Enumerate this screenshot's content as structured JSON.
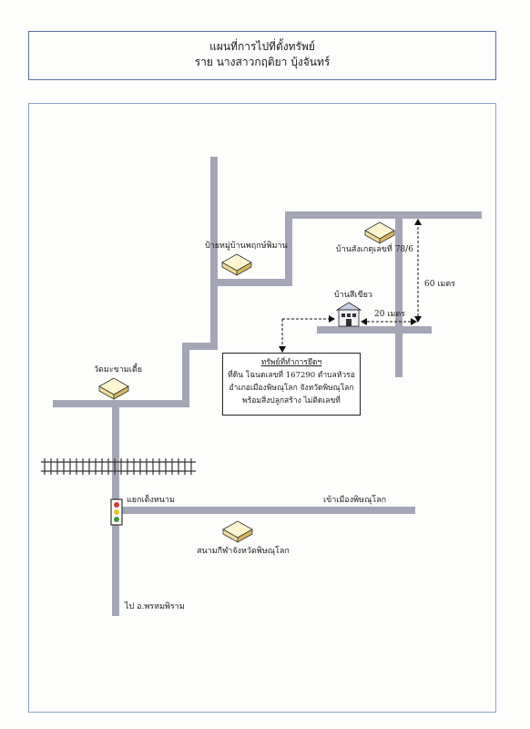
{
  "header": {
    "line1": "แผนที่การไปที่ตั้งทรัพย์",
    "line2": "ราย นางสาวกฤติยา บุ้งจันทร์"
  },
  "landmarks": {
    "village_sign": "ป้ายหมู่บ้านพฤกษ์พิมาน",
    "house_78_6": "บ้านสังเกตุเลขที่ 78/6",
    "green_house": "บ้านสีเขียว",
    "temple": "วัดมะขามเตี้ย",
    "intersection": "แยกเต็งหนาม",
    "to_city": "เข้าเมืองพิษณุโลก",
    "stadium": "สนามกีฬาจังหวัดพิษณุโลก",
    "to_district": "ไป อ.พรหมพิราม"
  },
  "distances": {
    "d60": "60 เมตร",
    "d20": "20 เมตร"
  },
  "property": {
    "heading": "ทรัพย์ที่ทำการยึดฯ",
    "line1": "ที่ดิน โฉนดเลขที่ 167290 ตำบลหัวรอ",
    "line2": "อำเภอเมืองพิษณุโลก จังหวัดพิษณุโลก",
    "line3": "พร้อมสิ่งปลูกสร้าง ไม่ติดเลขที่"
  },
  "colors": {
    "road": "#a4a6b6",
    "rail": "#333333",
    "box_top": "#fbf6cf",
    "box_side": "#d8b75e"
  }
}
